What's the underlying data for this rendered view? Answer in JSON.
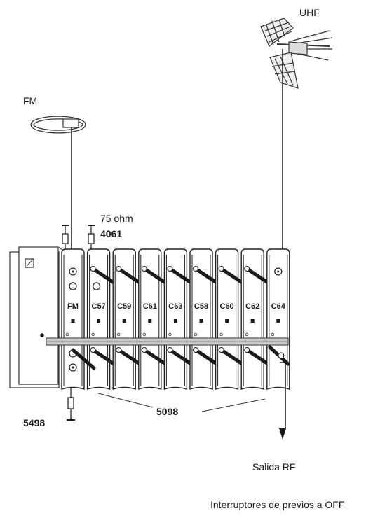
{
  "labels": {
    "uhf": "UHF",
    "fm": "FM",
    "ohm": "75 ohm",
    "part_4061": "4061",
    "part_5498": "5498",
    "part_5098": "5098",
    "output": "Salida RF",
    "footnote": "Interruptores de previos a OFF"
  },
  "modules": [
    "FM",
    "C57",
    "C59",
    "C61",
    "C63",
    "C58",
    "C60",
    "C62",
    "C64"
  ]
}
